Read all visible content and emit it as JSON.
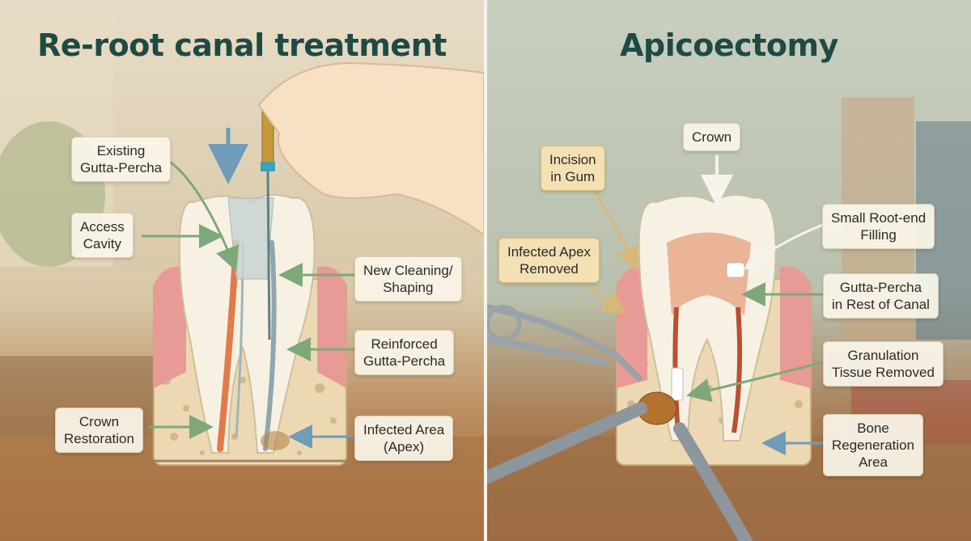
{
  "left_panel": {
    "title": "Re-root canal treatment",
    "labels": {
      "existing_gutta_percha": "Existing\nGutta-Percha",
      "access_cavity": "Access\nCavity",
      "new_cleaning_shaping": "New Cleaning/\nShaping",
      "reinforced_gutta_percha": "Reinforced\nGutta-Percha",
      "crown_restoration": "Crown\nRestoration",
      "infected_area": "Infected Area\n(Apex)"
    }
  },
  "right_panel": {
    "title": "Apicoectomy",
    "labels": {
      "crown": "Crown",
      "incision_in_gum": "Incision\nin Gum",
      "small_root_end_filling": "Small Root-end\nFilling",
      "infected_apex_removed": "Infected Apex\nRemoved",
      "gutta_percha_rest": "Gutta-Percha\nin Rest of Canal",
      "granulation_tissue_removed": "Granulation\nTissue Removed",
      "bone_regeneration": "Bone\nRegeneration\nArea"
    }
  },
  "colors": {
    "title": "#1f4a44",
    "arrow_green": "#7fa87a",
    "arrow_blue": "#6f9cb8",
    "arrow_tan": "#d8b879",
    "gutta_percha": "#e27b4b",
    "gum": "#e89a96",
    "bone": "#ecd9b4"
  }
}
